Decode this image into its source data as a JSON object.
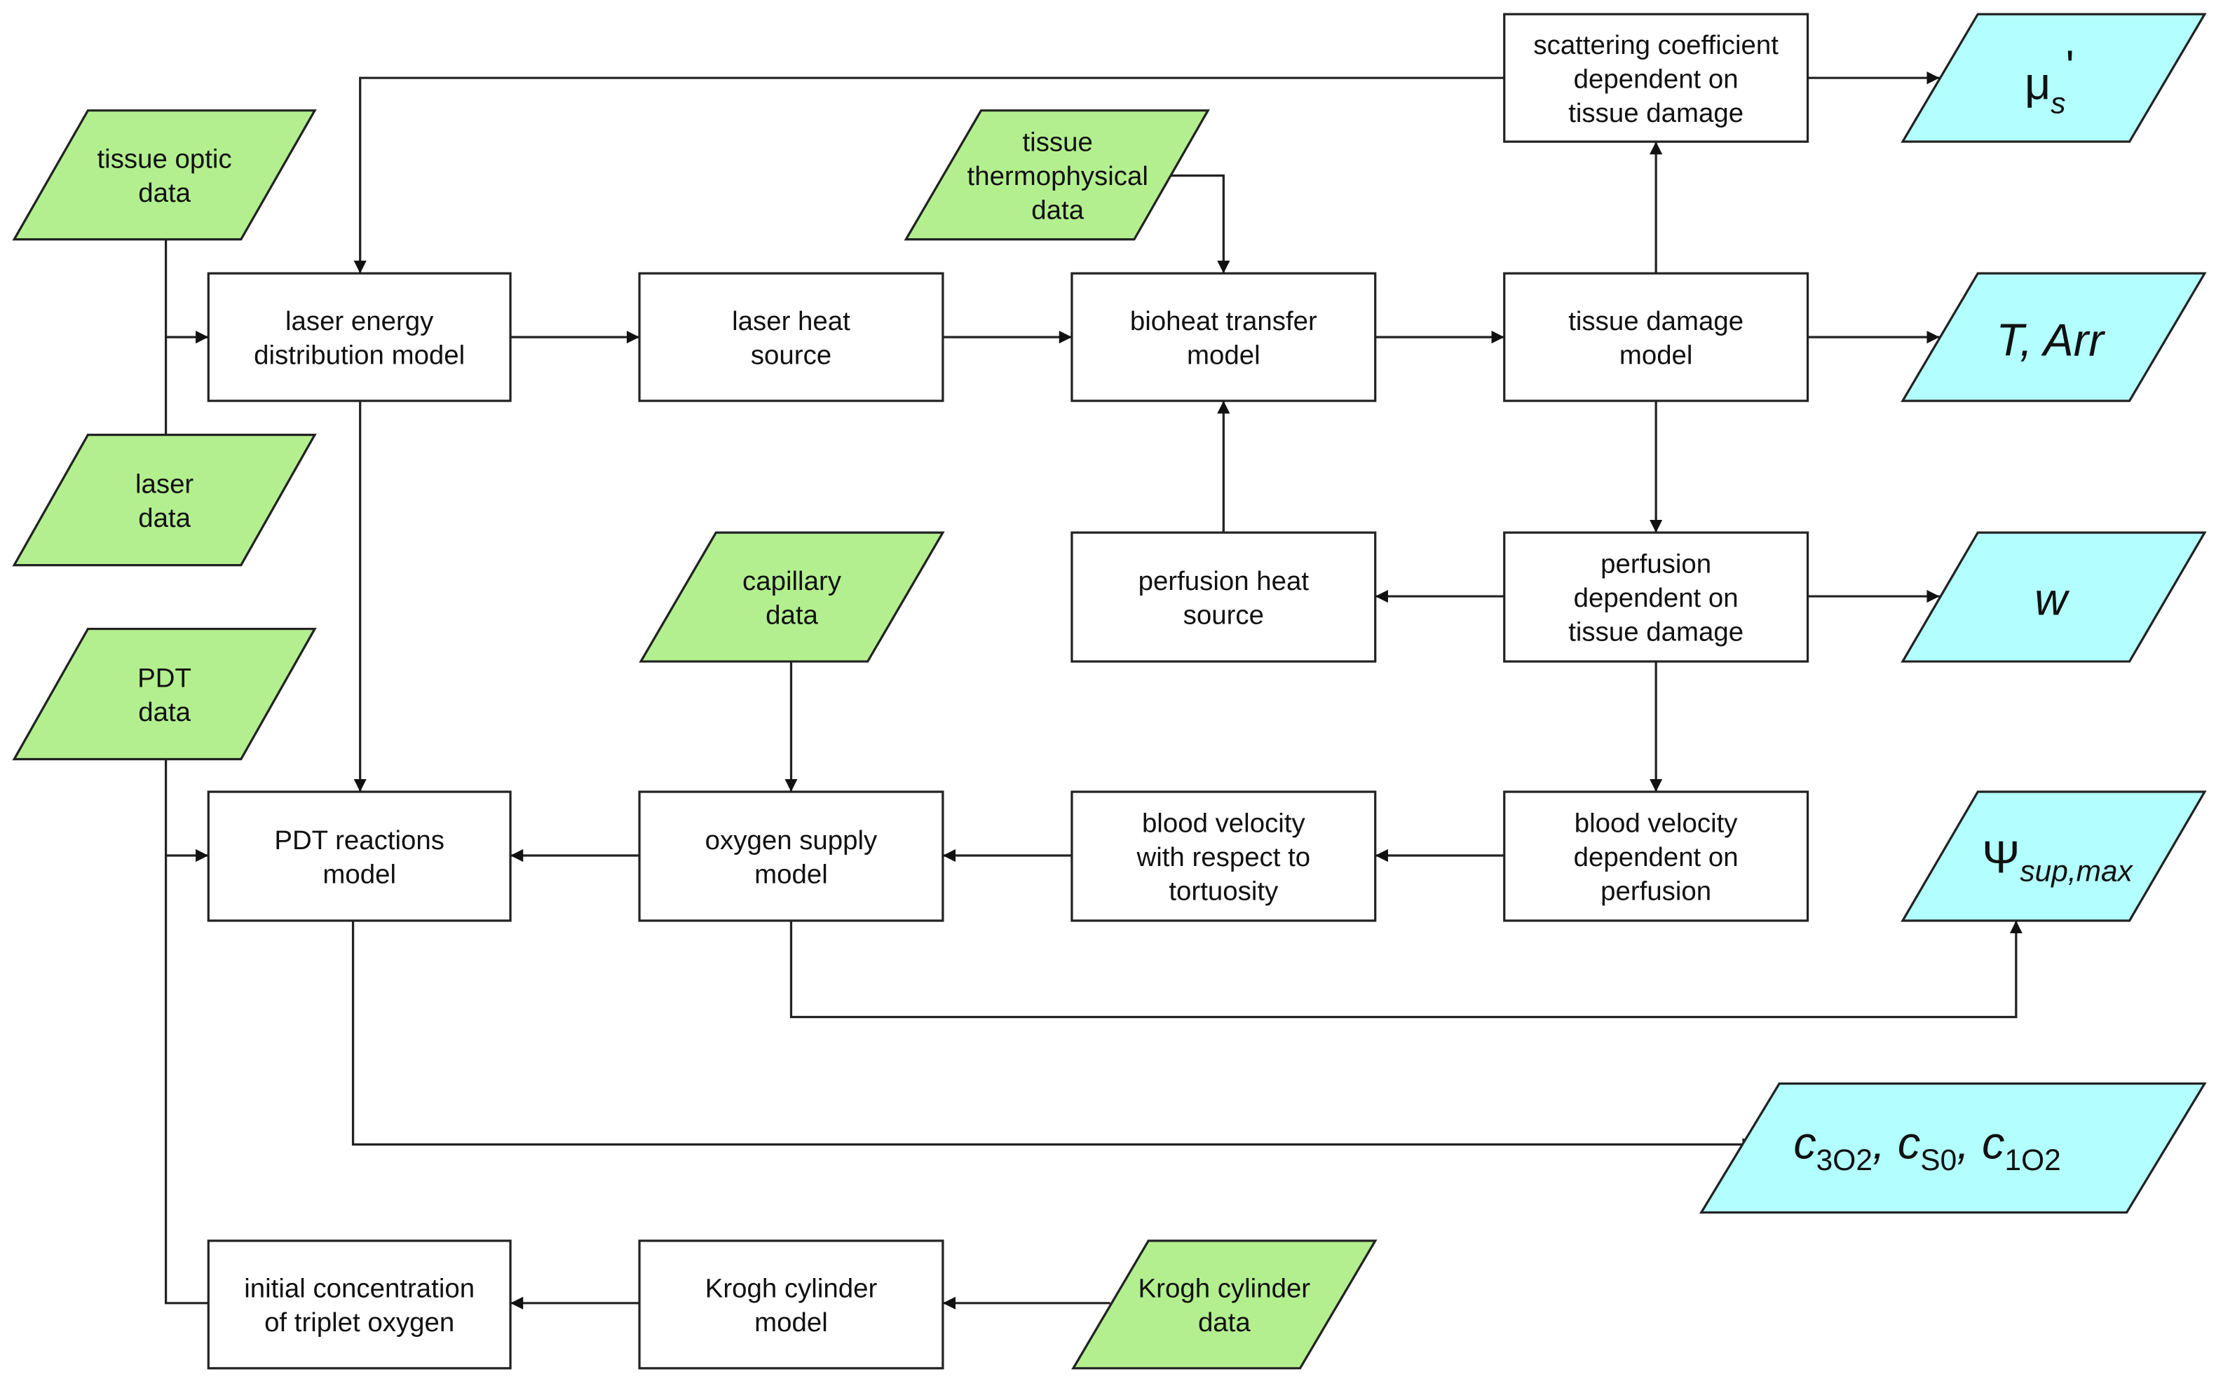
{
  "colors": {
    "input_fill": "#b3ef8f",
    "output_fill": "#b3ffff",
    "stroke": "#222222"
  },
  "processes": {
    "laser_energy": [
      "laser energy",
      "distribution model"
    ],
    "laser_heat": [
      "laser heat",
      "source"
    ],
    "bioheat": [
      "bioheat transfer",
      "model"
    ],
    "tissue_damage": [
      "tissue damage",
      "model"
    ],
    "scattering": [
      "scattering coefficient",
      "dependent on",
      "tissue damage"
    ],
    "perfusion_heat": [
      "perfusion heat",
      "source"
    ],
    "perfusion_dep": [
      "perfusion",
      "dependent on",
      "tissue damage"
    ],
    "pdt_reactions": [
      "PDT reactions",
      "model"
    ],
    "oxygen_supply": [
      "oxygen supply",
      "model"
    ],
    "blood_tort": [
      "blood velocity",
      "with respect to",
      "tortuosity"
    ],
    "blood_perf": [
      "blood velocity",
      "dependent on",
      "perfusion"
    ],
    "initial_conc": [
      "initial concentration",
      "of triplet oxygen"
    ],
    "krogh_model": [
      "Krogh cylinder",
      "model"
    ]
  },
  "inputs": {
    "tissue_optic": [
      "tissue optic",
      "data"
    ],
    "laser_data": [
      "laser",
      "data"
    ],
    "pdt_data": [
      "PDT",
      "data"
    ],
    "thermo": [
      "tissue",
      "thermophysical",
      "data"
    ],
    "capillary": [
      "capillary",
      "data"
    ],
    "krogh_data": [
      "Krogh cylinder",
      "data"
    ]
  },
  "outputs": {
    "mu": {
      "symbol": "μ",
      "sub": "s",
      "sup": "'"
    },
    "t_arr": {
      "text": "T, Arr"
    },
    "w": {
      "text": "w"
    },
    "psi": {
      "symbol": "Ψ",
      "sub": "sup,max"
    },
    "c": {
      "c1": "c",
      "s1": "3O2",
      "sep1": ", ",
      "c2": "c",
      "s2": "S0",
      "sep2": ", ",
      "c3": "c",
      "s3": "1O2"
    }
  }
}
